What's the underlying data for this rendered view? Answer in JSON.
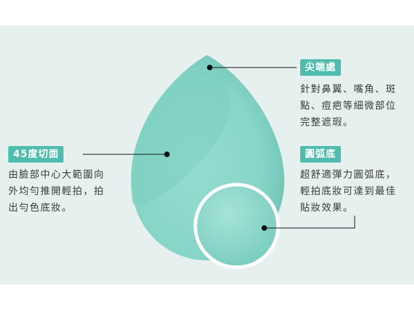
{
  "labels": {
    "tip": {
      "title": "尖端處",
      "lines": [
        "針對鼻翼、嘴角、斑",
        "點、痘疤等細微部位",
        "完整遮瑕。"
      ]
    },
    "bevel": {
      "title": "45度切面",
      "lines": [
        "由臉部中心大範圍向",
        "外均勻推開輕拍，拍",
        "出勻色底妝。"
      ]
    },
    "round": {
      "title": "圓弧底",
      "lines": [
        "超舒適彈力圓弧底，",
        "輕拍底妝可達到最佳",
        "貼妝效果。"
      ]
    }
  },
  "colors": {
    "background": "#e6f0ef",
    "sponge": "#8cd9cb",
    "sponge_shadow": "#6cc3b3",
    "tag": "#4ebdad",
    "leader_line": "#111111"
  }
}
